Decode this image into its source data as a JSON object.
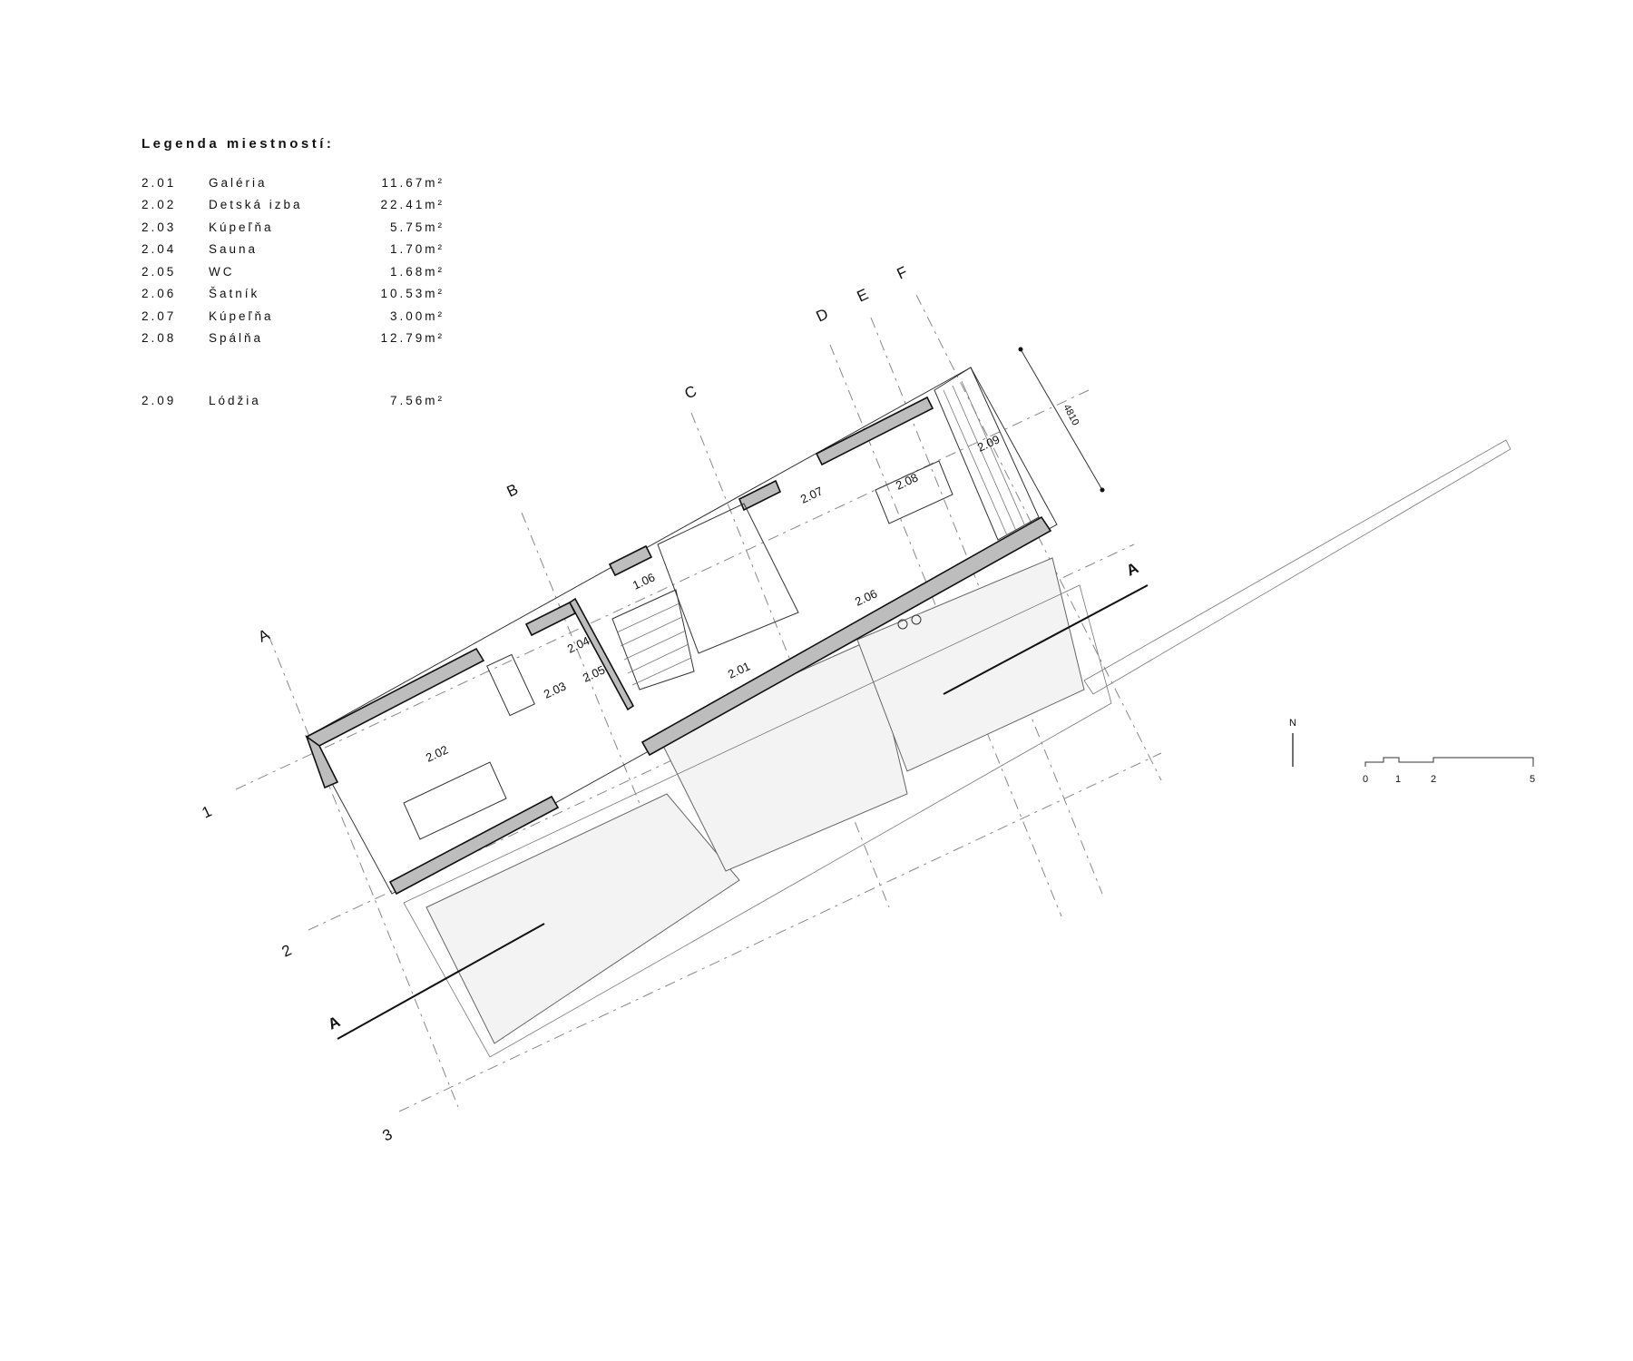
{
  "legend": {
    "title": "Legenda miestností:",
    "rooms": [
      {
        "num": "2.01",
        "name": "Galéria",
        "area": "11.67m²"
      },
      {
        "num": "2.02",
        "name": "Detská izba",
        "area": "22.41m²"
      },
      {
        "num": "2.03",
        "name": "Kúpeľňa",
        "area": "5.75m²"
      },
      {
        "num": "2.04",
        "name": "Sauna",
        "area": "1.70m²"
      },
      {
        "num": "2.05",
        "name": "WC",
        "area": "1.68m²"
      },
      {
        "num": "2.06",
        "name": "Šatník",
        "area": "10.53m²"
      },
      {
        "num": "2.07",
        "name": "Kúpeľňa",
        "area": "3.00m²"
      },
      {
        "num": "2.08",
        "name": "Spálňa",
        "area": "12.79m²"
      },
      {
        "num": "2.09",
        "name": "Lódžia",
        "area": "7.56m²"
      }
    ]
  },
  "plan": {
    "room_labels": {
      "r201": "2.01",
      "r202": "2.02",
      "r203": "2.03",
      "r204": "2.04",
      "r205": "2.05",
      "r206": "2.06",
      "r207": "2.07",
      "r208": "2.08",
      "r209": "2.09",
      "r106": "1.06"
    },
    "grid_letters": {
      "a": "A",
      "b": "B",
      "c": "C",
      "d": "D",
      "e": "E",
      "f": "F"
    },
    "grid_numbers": {
      "n1": "1",
      "n2": "2",
      "n3": "3"
    },
    "section_marks": {
      "left": "A",
      "right": "A"
    },
    "dimension": "4810",
    "north": "N",
    "scale_labels": {
      "s0": "0",
      "s1": "1",
      "s2": "2",
      "s5": "5"
    }
  }
}
